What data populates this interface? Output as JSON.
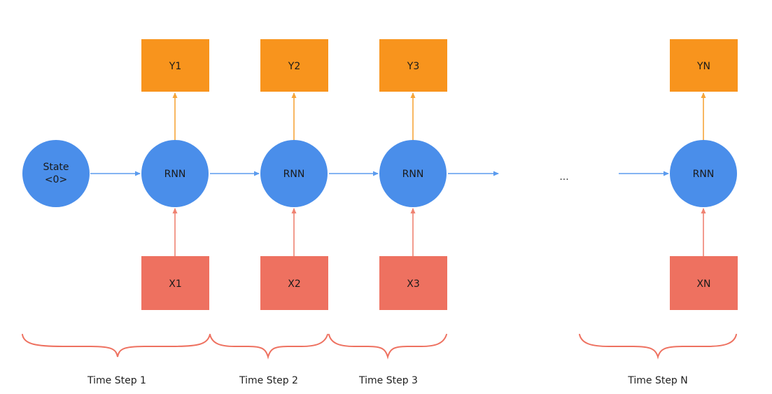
{
  "colors": {
    "rnn": "#4A8EEA",
    "rnn_stroke": "#3E7FD8",
    "output": "#F8941D",
    "output_stroke": "#E5820F",
    "input": "#EE7160",
    "input_stroke": "#D9604F",
    "h_arrow": "#5B9BEE",
    "out_arrow": "#F6A53A",
    "in_arrow": "#EF8272",
    "brace": "#EE7160"
  },
  "state": {
    "line1": "State",
    "line2": "<0>"
  },
  "ellipsis": "...",
  "steps": [
    {
      "rnn": "RNN",
      "input": "X1",
      "output": "Y1",
      "label": "Time Step 1"
    },
    {
      "rnn": "RNN",
      "input": "X2",
      "output": "Y2",
      "label": "Time Step 2"
    },
    {
      "rnn": "RNN",
      "input": "X3",
      "output": "Y3",
      "label": "Time Step 3"
    },
    {
      "rnn": "RNN",
      "input": "XN",
      "output": "YN",
      "label": "Time Step N"
    }
  ]
}
